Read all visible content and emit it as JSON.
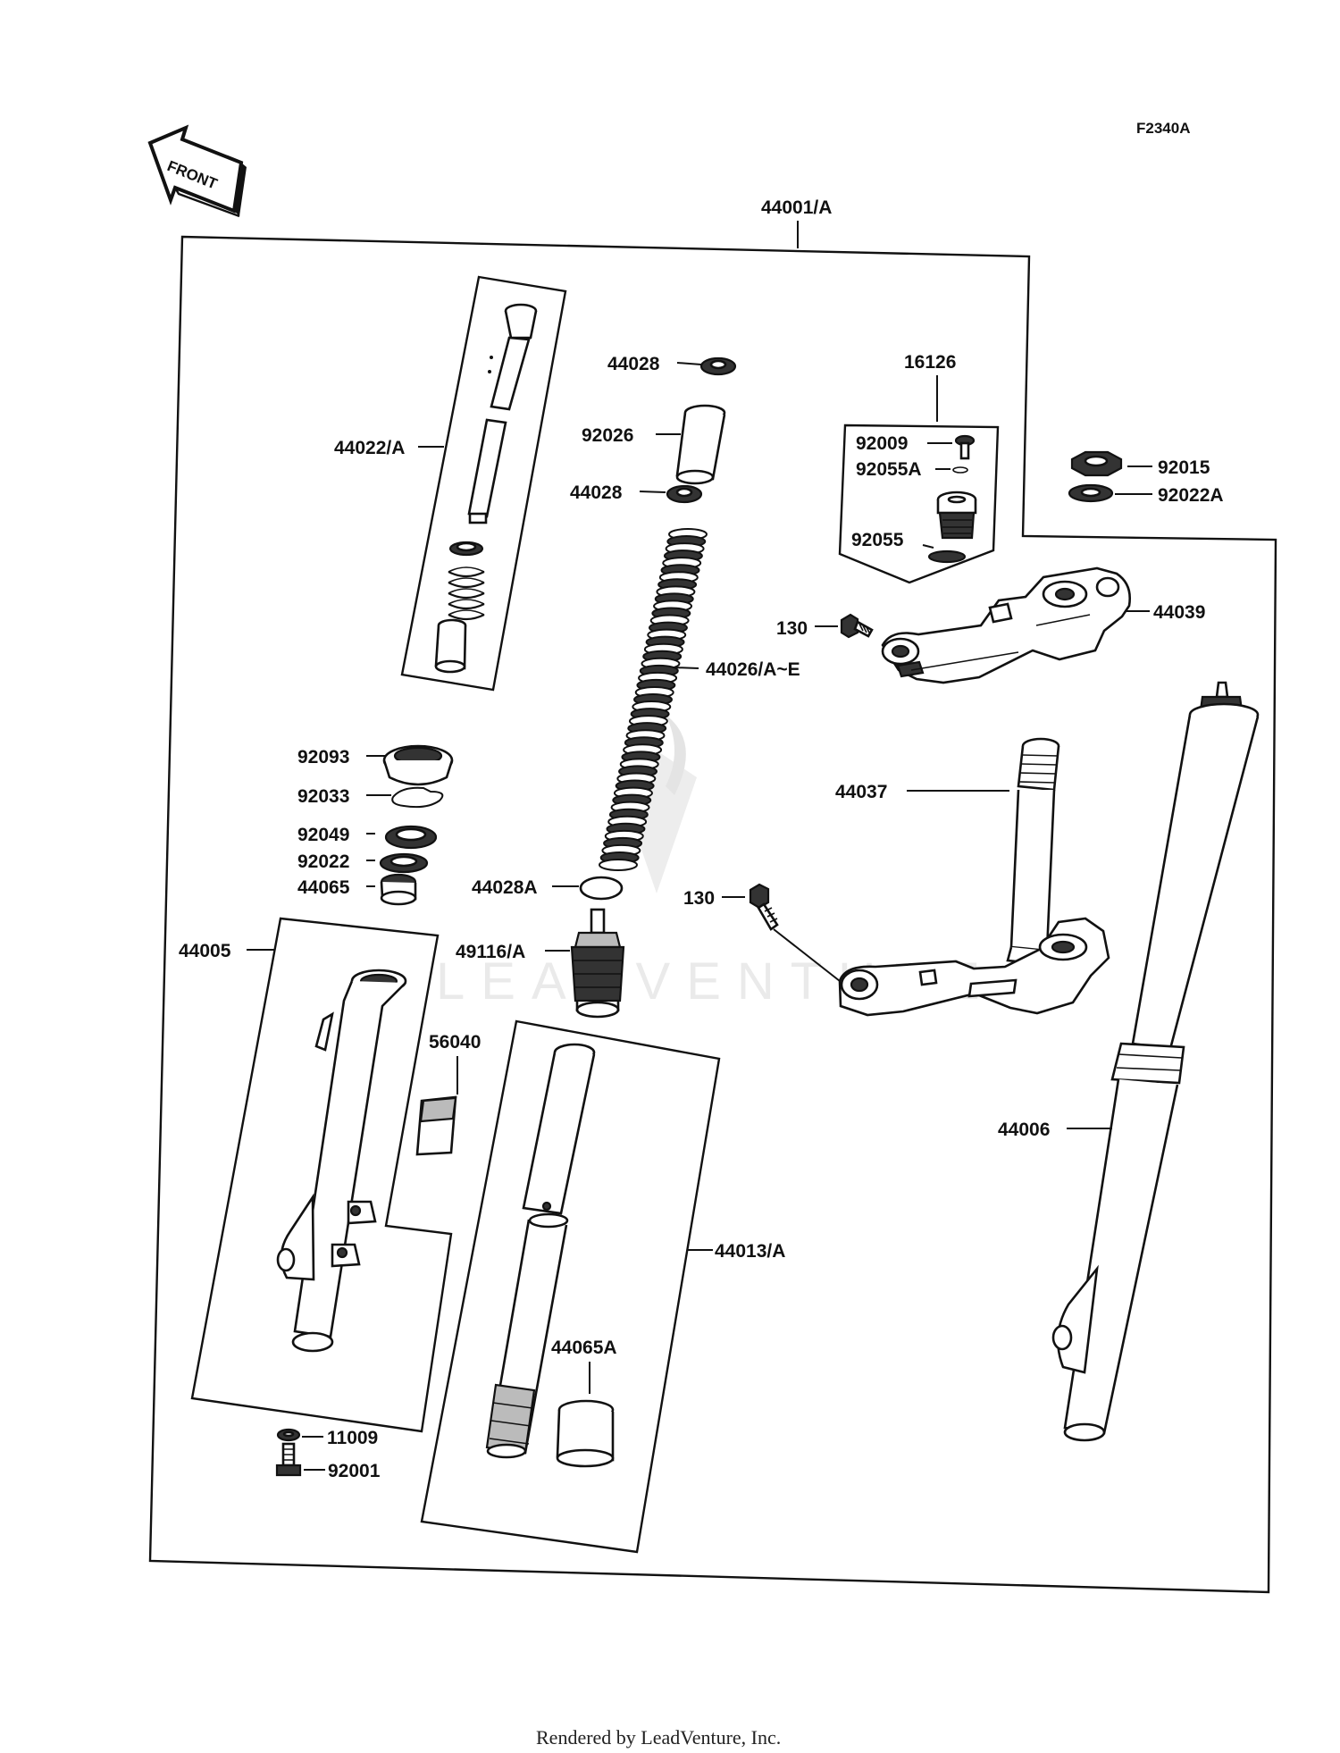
{
  "diagram": {
    "code": "F2340A",
    "front_arrow_label": "FRONT",
    "watermark_text": "LEADVENTURE",
    "footer": "Rendered by LeadVenture, Inc.",
    "parts": {
      "p44001": "44001/A",
      "p44022": "44022/A",
      "p44028_top": "44028",
      "p92026": "92026",
      "p44028_mid": "44028",
      "p16126": "16126",
      "p92009": "92009",
      "p92055A": "92055A",
      "p92055": "92055",
      "p92015": "92015",
      "p92022A": "92022A",
      "p130_top": "130",
      "p44039": "44039",
      "p44026": "44026/A~E",
      "p92093": "92093",
      "p92033": "92033",
      "p92049": "92049",
      "p92022": "92022",
      "p44065": "44065",
      "p44028A": "44028A",
      "p44037": "44037",
      "p130_mid": "130",
      "p44005": "44005",
      "p49116": "49116/A",
      "p56040": "56040",
      "p44006": "44006",
      "p44013": "44013/A",
      "p44065A": "44065A",
      "p11009": "11009",
      "p92001": "92001"
    }
  }
}
